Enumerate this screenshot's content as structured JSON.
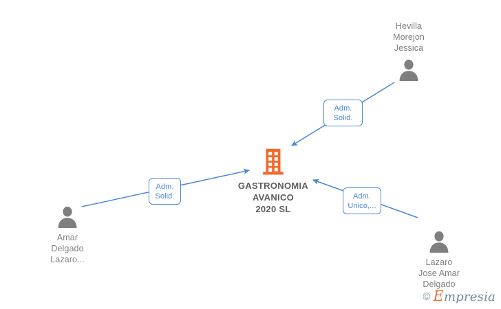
{
  "diagram": {
    "title": "GASTRONOMIA AVANICO 2020 SL corporate relations graph",
    "accent_color": "#4a86d6",
    "company_color": "#f2682a",
    "person_color": "#7f7f7f",
    "text_color": "#808080",
    "company_text_color": "#5d5d5d",
    "background": "#ffffff"
  },
  "company": {
    "name": "GASTRONOMIA\nAVANICO\n2020  SL",
    "icon": "building-icon"
  },
  "people": [
    {
      "id": "hevilla-morejon-jessica",
      "name": "Hevilla\nMorejon\nJessica",
      "icon": "person-icon",
      "position": "top-right"
    },
    {
      "id": "amar-delgado-lazaro",
      "name": "Amar\nDelgado\nLazaro...",
      "icon": "person-icon",
      "position": "bottom-left"
    },
    {
      "id": "lazaro-jose-amar-delgado",
      "name": "Lazaro\nJose Amar\nDelgado",
      "icon": "person-icon",
      "position": "bottom-right"
    }
  ],
  "relations": [
    {
      "id": "relation-hevilla",
      "label": "Adm.\nSolid.",
      "from": "hevilla-morejon-jessica",
      "to": "company"
    },
    {
      "id": "relation-amar-delgado",
      "label": "Adm.\nSolid.",
      "from": "amar-delgado-lazaro",
      "to": "company"
    },
    {
      "id": "relation-lazaro-jose",
      "label": "Adm.\nUnico,...",
      "from": "lazaro-jose-amar-delgado",
      "to": "company"
    }
  ],
  "watermark": {
    "copyright": "©",
    "brand_initial": "E",
    "brand_rest": "mpresia"
  }
}
